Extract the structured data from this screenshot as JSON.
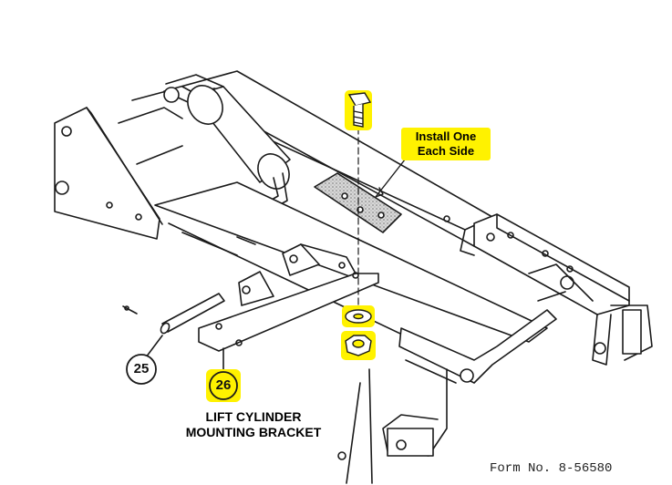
{
  "callouts": {
    "install_line1": "Install One",
    "install_line2": "Each Side",
    "bracket_line1": "LIFT CYLINDER",
    "bracket_line2": "MOUNTING BRACKET"
  },
  "part_numbers": {
    "pin": "25",
    "bracket": "26"
  },
  "footer": {
    "form_number": "Form No. 8-56580"
  },
  "colors": {
    "highlight": "#fff200",
    "line": "#1a1a1a",
    "hatch": "#9a9a9a"
  },
  "icons": {
    "bolt": "hex-bolt-icon",
    "washer": "washer-icon",
    "nut": "hex-nut-icon"
  }
}
